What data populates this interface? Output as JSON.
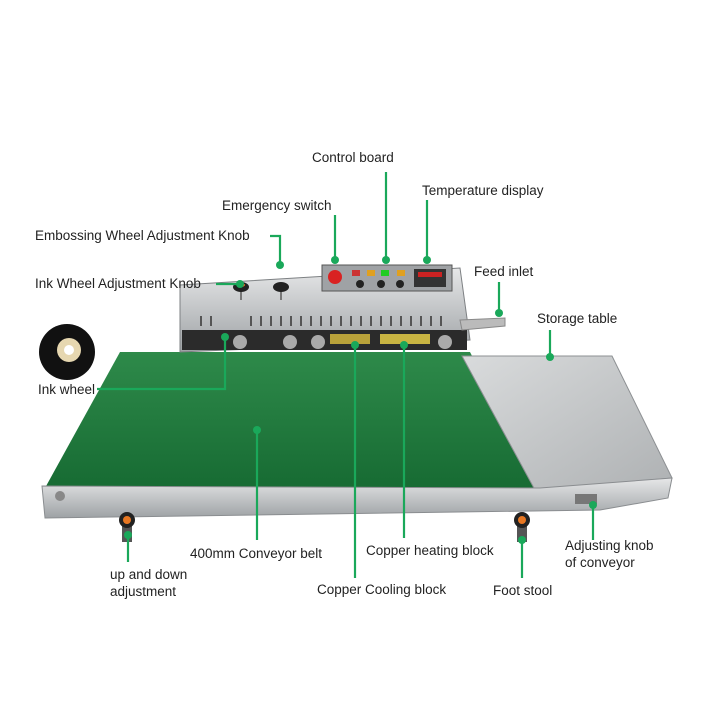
{
  "labels": {
    "control_board": "Control board",
    "temperature_display": "Temperature display",
    "emergency_switch": "Emergency switch",
    "embossing_knob": "Embossing Wheel Adjustment Knob",
    "ink_wheel_knob": "Ink Wheel Adjustment Knob",
    "feed_inlet": "Feed inlet",
    "storage_table": "Storage table",
    "ink_wheel": "Ink wheel",
    "conveyor_belt": "400mm Conveyor belt",
    "copper_heating": "Copper heating block",
    "copper_cooling": "Copper Cooling block",
    "foot_stool": "Foot stool",
    "adjusting_knob_1": "Adjusting knob",
    "adjusting_knob_2": "of conveyor",
    "up_down_1": "up and down",
    "up_down_2": "adjustment"
  },
  "colors": {
    "leader": "#1aa85a",
    "belt": "#1f7a3a",
    "steel": "#c9cbcc"
  }
}
